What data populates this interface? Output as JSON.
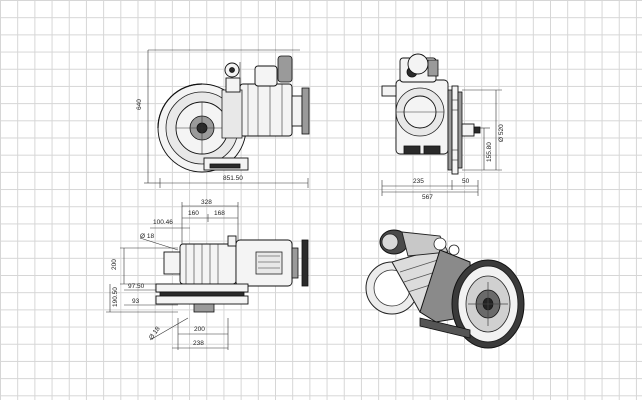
{
  "dimensions": {
    "front_height": "640",
    "front_width": "851.50",
    "side_width_1": "235",
    "side_width_2": "50",
    "side_width_total": "567",
    "side_height_1": "155.80",
    "side_diameter": "Ø 520",
    "top_328": "328",
    "top_160": "160",
    "top_168": "168",
    "top_100_46": "100.46",
    "top_dia_18_a": "Ø 18",
    "left_200": "200",
    "left_190_50": "190.50",
    "left_97_50": "97.50",
    "left_93": "93",
    "bottom_dia_18_b": "Ø 18",
    "bottom_200": "200",
    "bottom_238": "238"
  }
}
